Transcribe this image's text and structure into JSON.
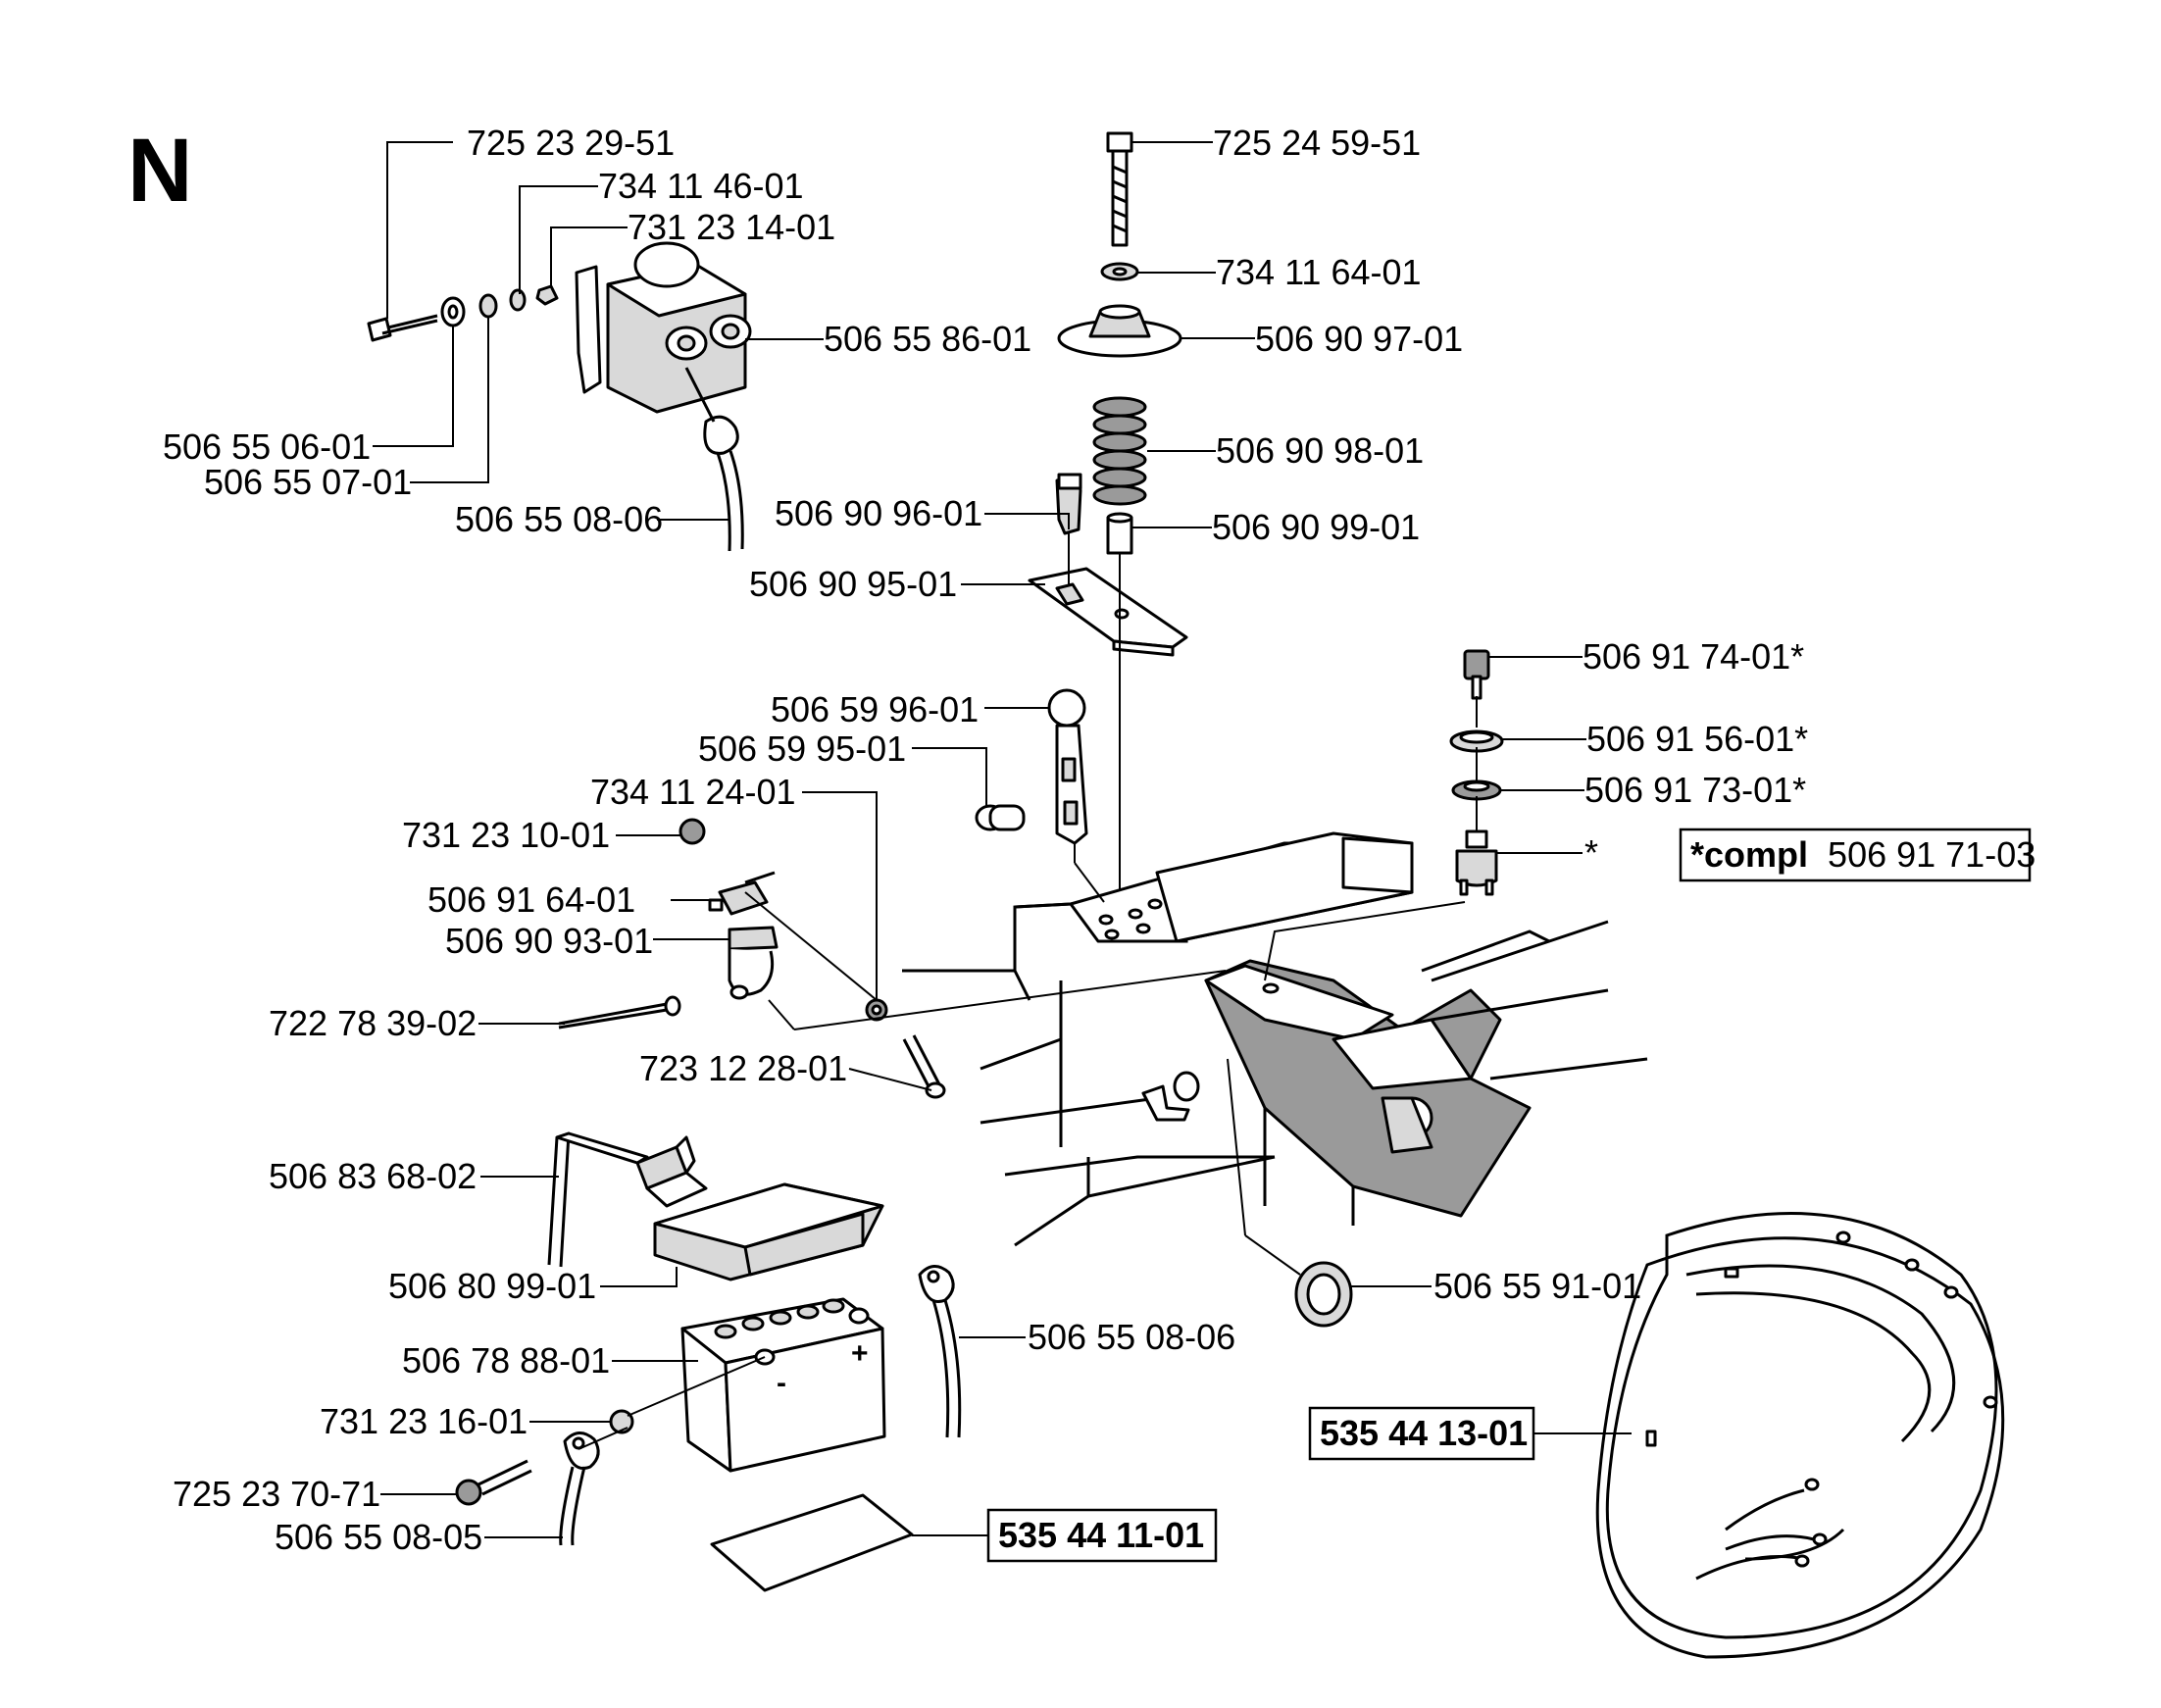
{
  "section_letter": "N",
  "labels": {
    "l_725_23_29_51": "725 23 29-51",
    "l_734_11_46_01": "734 11 46-01",
    "l_731_23_14_01": "731 23 14-01",
    "l_506_55_86_01": "506 55 86-01",
    "l_506_55_06_01": "506 55 06-01",
    "l_506_55_07_01": "506 55 07-01",
    "l_506_55_08_06_top": "506 55 08-06",
    "l_725_24_59_51": "725 24 59-51",
    "l_734_11_64_01": "734 11 64-01",
    "l_506_90_97_01": "506 90 97-01",
    "l_506_90_98_01": "506 90 98-01",
    "l_506_90_96_01": "506 90 96-01",
    "l_506_90_99_01": "506 90 99-01",
    "l_506_90_95_01": "506 90 95-01",
    "l_506_91_74_01": "506 91 74-01*",
    "l_506_91_56_01": "506 91 56-01*",
    "l_506_91_73_01": "506 91 73-01*",
    "l_star": "*",
    "l_506_59_96_01": "506 59 96-01",
    "l_506_59_95_01": "506 59 95-01",
    "l_734_11_24_01": "734 11 24-01",
    "l_731_23_10_01": "731 23 10-01",
    "l_506_91_64_01": "506 91 64-01",
    "l_506_90_93_01": "506 90 93-01",
    "l_722_78_39_02": "722 78 39-02",
    "l_723_12_28_01": "723 12 28-01",
    "l_506_83_68_02": "506 83 68-02",
    "l_506_80_99_01": "506 80 99-01",
    "l_506_78_88_01": "506 78 88-01",
    "l_506_55_08_06_bottom": "506 55 08-06",
    "l_731_23_16_01": "731 23 16-01",
    "l_725_23_70_71": "725 23 70-71",
    "l_506_55_08_05": "506 55 08-05",
    "l_506_55_91_01": "506 55 91-01"
  },
  "boxed": {
    "compl_prefix": "*compl",
    "compl_number": "506 91 71-03",
    "kit_535_44_11_01": "535 44 11-01",
    "kit_535_44_13_01": "535 44 13-01"
  },
  "battery_minus": "-",
  "battery_plus": "+"
}
